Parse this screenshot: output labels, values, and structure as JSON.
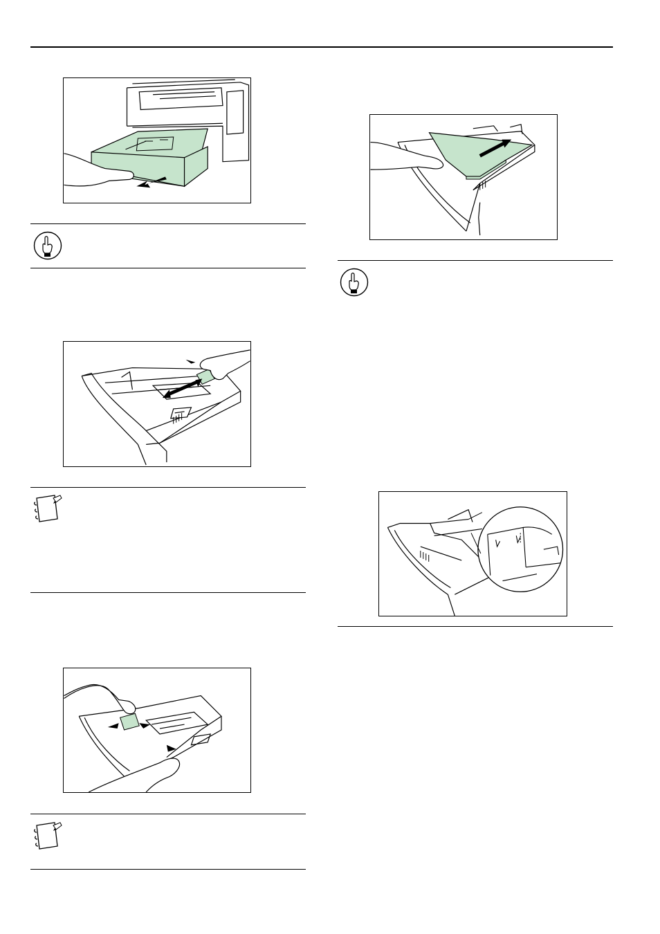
{
  "colors": {
    "paper_highlight": "#c6e4cc",
    "line": "#000000",
    "background": "#ffffff"
  },
  "figures": [
    {
      "id": "fig-pull-out-drawer",
      "icon": "drawer-pull-illustration"
    },
    {
      "id": "fig-adjust-length-guide",
      "icon": "length-guide-illustration"
    },
    {
      "id": "fig-adjust-width-guides",
      "icon": "width-guide-illustration"
    },
    {
      "id": "fig-load-paper",
      "icon": "paper-load-illustration"
    },
    {
      "id": "fig-paper-size-label",
      "icon": "limit-marker-illustration"
    }
  ],
  "callouts": [
    {
      "type": "important",
      "icon": "pointing-hand-icon"
    },
    {
      "type": "note",
      "icon": "notepad-icon"
    },
    {
      "type": "note",
      "icon": "notepad-icon"
    },
    {
      "type": "important",
      "icon": "pointing-hand-icon"
    }
  ]
}
